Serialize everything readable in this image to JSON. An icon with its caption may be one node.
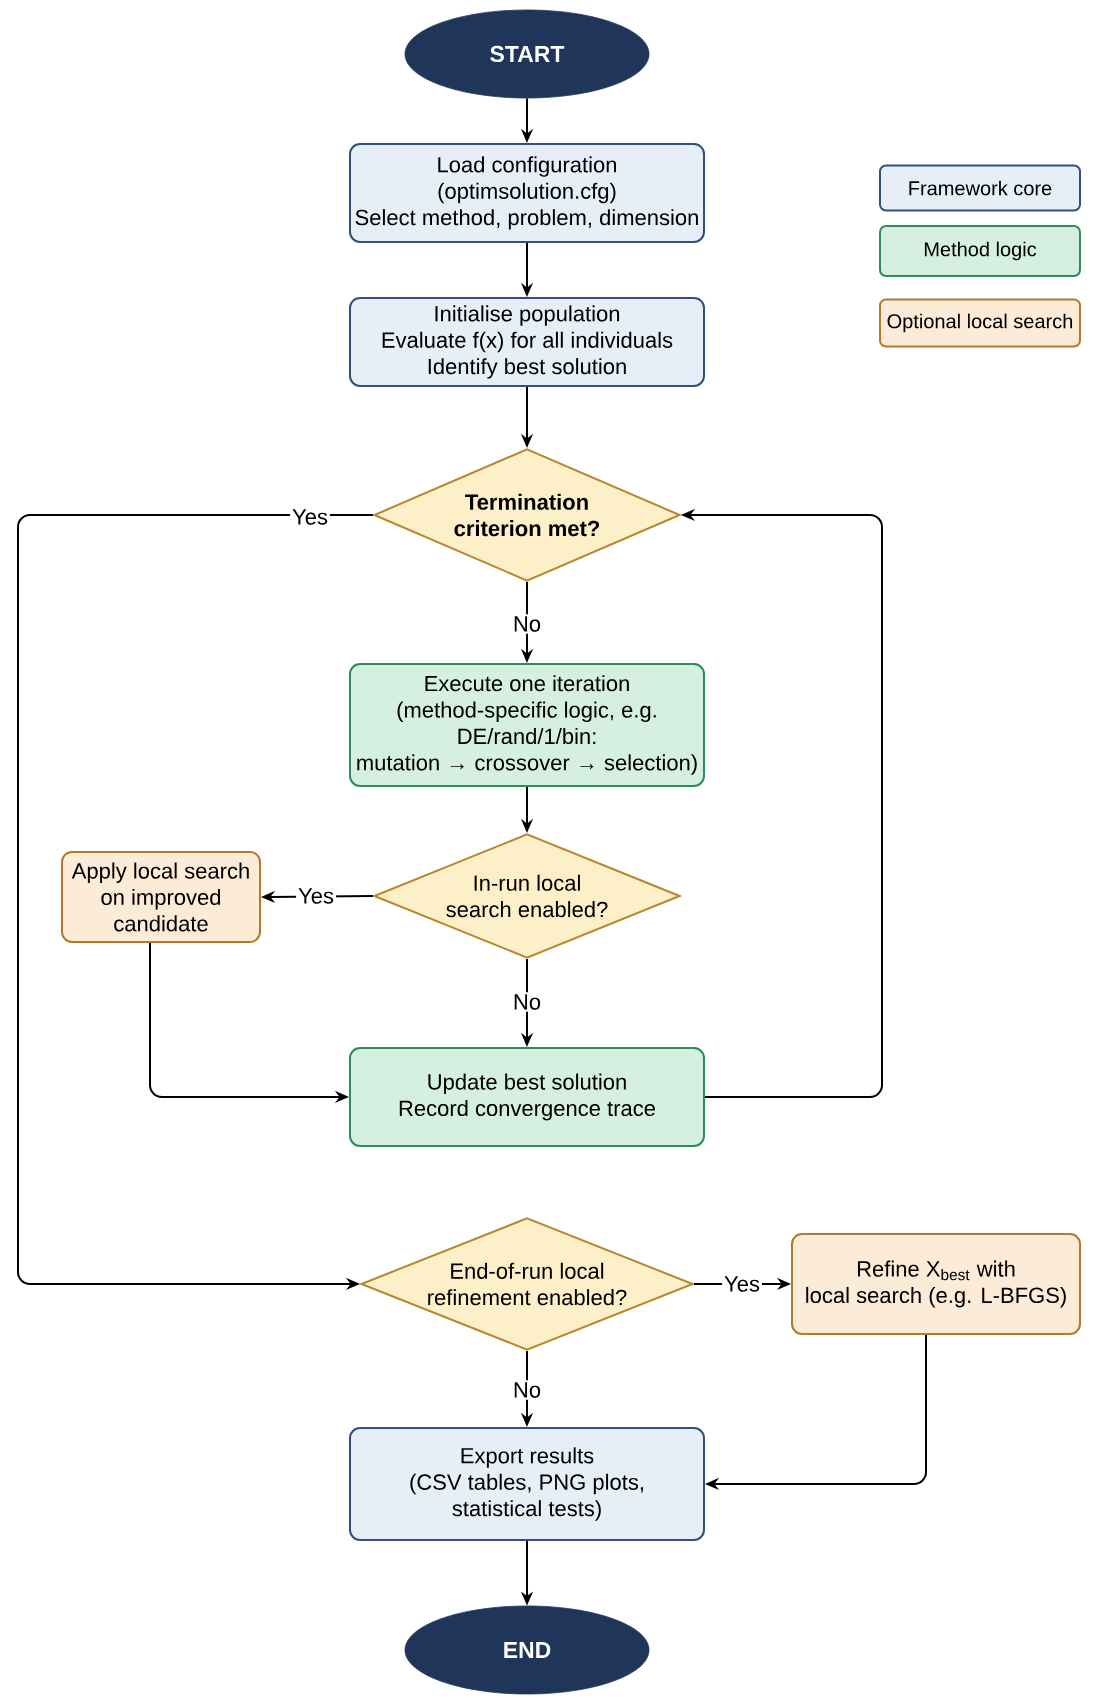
{
  "diagram": {
    "nodes": [
      {
        "text": [
          "START"
        ]
      },
      {
        "text": [
          "Load configuration (optimsolution.cfg) Select method, problem, dimension"
        ]
      },
      {
        "text": [
          "Initialise population Evaluate f(x) for all individuals Identify best solution"
        ]
      },
      {
        "text": [
          "Termination criterion met?"
        ]
      },
      {
        "text": [
          "Execute one iteration (method-specific logic, e.g. DE/rand/1/bin: mutation → crossover → selection)"
        ]
      },
      {
        "text": [
          "In-run local search enabled?"
        ]
      },
      {
        "text": [
          "Apply local search on improved candidate"
        ]
      },
      {
        "text": [
          "Update best solution Record convergence trace"
        ]
      },
      {
        "text": [
          "End-of-run local refinement enabled?"
        ]
      },
      {
        "text": [
          "Refine X$_{best}$ with local search (e.g. L-BFGS)"
        ]
      },
      {
        "text": [
          "Export results (CSV tables, PNG plots, statistical tests)"
        ]
      },
      {
        "text": [
          "END"
        ]
      }
    ],
    "edges": [
      {
        "from": 0,
        "to": 1,
        "arrow": "to"
      },
      {
        "from": 1,
        "to": 2,
        "arrow": "to"
      },
      {
        "from": 2,
        "to": 3,
        "arrow": "to"
      },
      {
        "from": 3,
        "to": 8,
        "arrow": "to",
        "label": "Yes"
      },
      {
        "from": 3,
        "to": 4,
        "arrow": "to",
        "label": "No"
      },
      {
        "from": 4,
        "to": 5,
        "arrow": "to"
      },
      {
        "from": 5,
        "to": 6,
        "arrow": "to",
        "label": "Yes"
      },
      {
        "from": 5,
        "to": 7,
        "arrow": "to",
        "label": "No"
      },
      {
        "from": 6,
        "to": 7,
        "arrow": "to"
      },
      {
        "from": 7,
        "to": 3,
        "arrow": "to"
      },
      {
        "from": 8,
        "to": 9,
        "arrow": "to",
        "label": "Yes"
      },
      {
        "from": 8,
        "to": 10,
        "arrow": "to",
        "label": "No"
      },
      {
        "from": 9,
        "to": 10,
        "arrow": "to"
      },
      {
        "from": 10,
        "to": 11,
        "arrow": "to"
      }
    ],
    "legend": [
      {
        "text": "Framework core",
        "color": "#e6eef7"
      },
      {
        "text": "Method logic",
        "color": "#d5efe1"
      },
      {
        "text": "Optional local search",
        "color": "#fbebd7"
      }
    ]
  }
}
